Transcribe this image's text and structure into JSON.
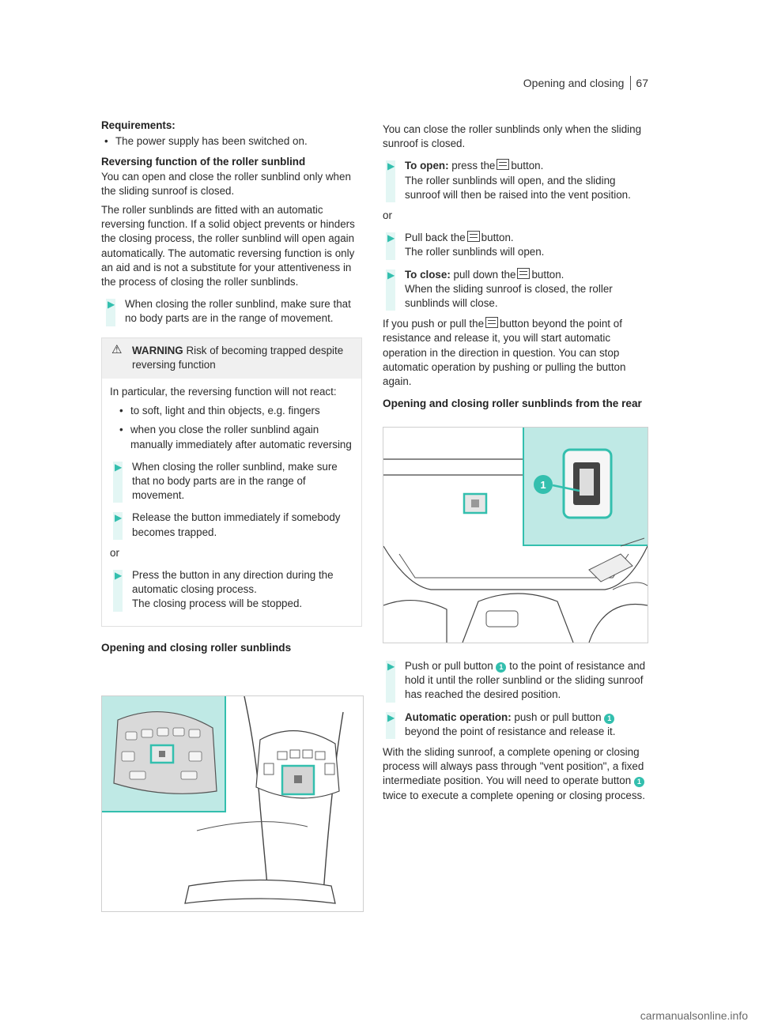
{
  "header": {
    "title": "Opening and closing",
    "page": "67"
  },
  "left": {
    "req_title": "Requirements:",
    "req_items": [
      "The power supply has been switched on."
    ],
    "rev_title": "Reversing function of the roller sunblind",
    "rev_p1": "You can open and close the roller sunblind only when the sliding sunroof is closed.",
    "rev_p2": "The roller sunblinds are fitted with an automatic reversing function. If a solid object prevents or hinders the closing process, the roller sunblind will open again automatically. The automatic reversing function is only an aid and is not a substitute for your attentiveness in the process of closing the roller sunblinds.",
    "rev_step": "When closing the roller sunblind, make sure that no body parts are in the range of movement.",
    "warning": {
      "label": "WARNING",
      "title_text": "Risk of becoming trapped despite reversing function",
      "intro": "In particular, the reversing function will not react:",
      "items": [
        "to soft, light and thin objects, e.g. fingers",
        "when you close the roller sunblind again manually immediately after automatic reversing"
      ],
      "step1": "When closing the roller sunblind, make sure that no body parts are in the range of movement.",
      "step2": "Release the button immediately if somebody becomes trapped.",
      "or": "or",
      "step3a": "Press the button in any direction during the automatic closing process.",
      "step3b": "The closing process will be stopped."
    },
    "section_title": "Opening and closing roller sunblinds"
  },
  "right": {
    "intro": "You can close the roller sunblinds only when the sliding sunroof is closed.",
    "open_label": "To open:",
    "open_pre": "press the",
    "open_post": "button.",
    "open_line2": "The roller sunblinds will open, and the sliding sunroof will then be raised into the vent position.",
    "or": "or",
    "pull_pre": "Pull back the",
    "pull_post": "button.",
    "pull_line2": "The roller sunblinds will open.",
    "close_label": "To close:",
    "close_pre": "pull down the",
    "close_post": "button.",
    "close_line2": "When the sliding sunroof is closed, the roller sunblinds will close.",
    "para_pre": "If you push or pull the",
    "para_post": "button beyond the point of resistance and release it, you will start automatic operation in the direction in question. You can stop automatic operation by pushing or pulling the button again.",
    "section_title": "Opening and closing roller sunblinds from the rear",
    "callout": "1",
    "step1_pre": "Push or pull button",
    "step1_post": "to the point of resistance and hold it until the roller sunblind or the sliding sunroof has reached the desired position.",
    "auto_label": "Automatic operation:",
    "auto_pre": "push or pull button",
    "auto_post": "beyond the point of resistance and release it.",
    "final_pre": "With the sliding sunroof, a complete opening or closing process will always pass through \"vent position\", a fixed intermediate position. You will need to operate button",
    "final_post": "twice to execute a complete opening or closing process."
  },
  "watermark": "carmanualsonline.info",
  "colors": {
    "accent": "#33bfae",
    "highlight": "#bfe9e5",
    "text": "#2b2b2b"
  }
}
